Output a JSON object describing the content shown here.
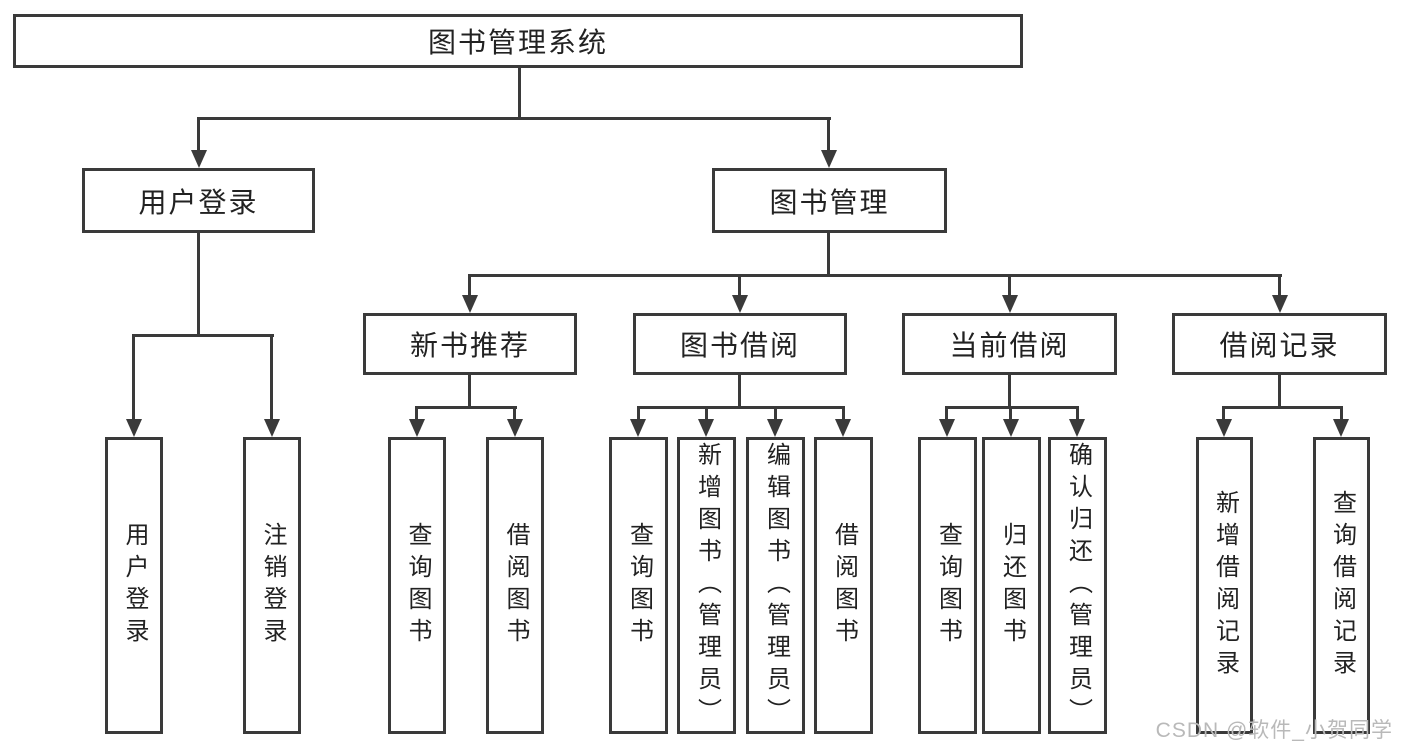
{
  "colors": {
    "line": "#3a3a3a",
    "text": "#222222",
    "watermark": "#b9b9b9",
    "background": "#ffffff"
  },
  "watermark": {
    "text": "CSDN @软件_小贺同学"
  },
  "diagram": {
    "root": {
      "label": "图书管理系统"
    },
    "level2": [
      {
        "label": "用户登录"
      },
      {
        "label": "图书管理"
      }
    ],
    "level3": [
      {
        "label": "新书推荐"
      },
      {
        "label": "图书借阅"
      },
      {
        "label": "当前借阅"
      },
      {
        "label": "借阅记录"
      }
    ],
    "leaves": {
      "user_login": [
        "用户登录",
        "注销登录"
      ],
      "new_book_rec": [
        "查询图书",
        "借阅图书"
      ],
      "book_borrow": [
        "查询图书",
        "新增图书（管理员）",
        "编辑图书（管理员）",
        "借阅图书"
      ],
      "current_borrow": [
        "查询图书",
        "归还图书",
        "确认归还（管理员）"
      ],
      "borrow_records": [
        "新增借阅记录",
        "查询借阅记录"
      ]
    }
  }
}
